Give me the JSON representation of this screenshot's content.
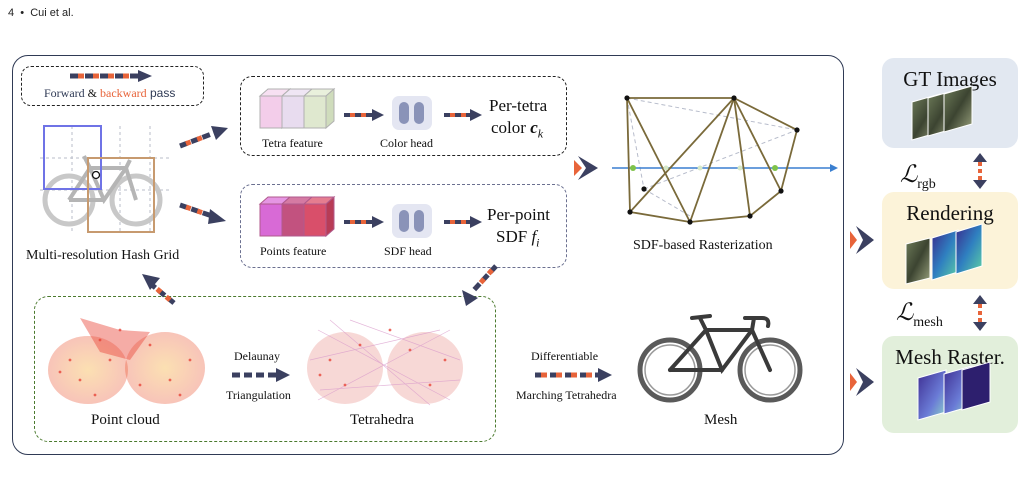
{
  "header": {
    "page_number": "4",
    "bullet": "•",
    "authors": "Cui et al."
  },
  "legend": {
    "forward": "Forward",
    "amp": " & ",
    "backward": "backward",
    "pass": " pass"
  },
  "top_branch": {
    "input": "Tetra feature",
    "head": "Color head",
    "output_line1": "Per-tetra",
    "output_line2_prefix": "color ",
    "output_symbol": "c",
    "output_subscript": "k"
  },
  "bottom_branch": {
    "input": "Points feature",
    "head": "SDF head",
    "output_line1": "Per-point",
    "output_line2_prefix": "SDF ",
    "output_symbol": "f",
    "output_subscript": "i"
  },
  "hash_grid_label": "Multi-resolution Hash Grid",
  "rasterization_label": "SDF-based Rasterization",
  "pipeline": {
    "point_cloud": "Point cloud",
    "delaunay_top": "Delaunay",
    "delaunay_bottom": "Triangulation",
    "tetrahedra": "Tetrahedra",
    "diff_top": "Differentiable",
    "diff_bottom": "Marching Tetrahedra",
    "mesh": "Mesh"
  },
  "right_panels": {
    "gt": "GT Images",
    "rendering": "Rendering",
    "mesh_raster": "Mesh Raster."
  },
  "losses": {
    "rgb_symbol": "ℒ",
    "rgb_sub": "rgb",
    "mesh_symbol": "ℒ",
    "mesh_sub": "mesh"
  },
  "colors": {
    "frame": "#2f3a55",
    "arrow_dark": "#3b4060",
    "arrow_orange": "#e8643a",
    "backward_text": "#e8643a",
    "forward_text": "#2f3a55",
    "tetra_feature": [
      "#f3cdea",
      "#e8dcef",
      "#dfe8cf"
    ],
    "points_feature": [
      "#d86ad6",
      "#c2527f",
      "#d94f6a"
    ],
    "head": "#8a93b8",
    "green_dash": "#4b7a2e",
    "gt_panel": "#e2e8f1",
    "render_panel": "#fcf3d9",
    "mesh_panel": "#e2efdb"
  }
}
